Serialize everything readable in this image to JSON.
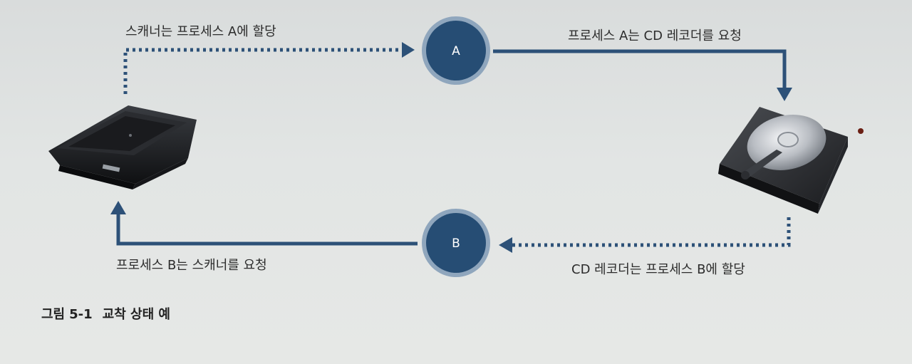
{
  "labels": {
    "scanner_to_a": "스캐너는 프로세스 A에 할당",
    "a_to_cd": "프로세스 A는 CD 레코더를 요청",
    "cd_to_b": "CD 레코더는 프로세스 B에 할당",
    "b_to_scanner": "프로세스 B는 스캐너를 요청"
  },
  "nodes": {
    "a": "A",
    "b": "B"
  },
  "caption": {
    "prefix": "그림",
    "number": "5-1",
    "title": "교착 상태 예"
  },
  "colors": {
    "arrow": "#2d5178",
    "node_fill": "#264d74",
    "node_ring": "#8fa6bd"
  },
  "icons": {
    "scanner": "flatbed-scanner-icon",
    "cd_recorder": "hard-drive-icon"
  }
}
